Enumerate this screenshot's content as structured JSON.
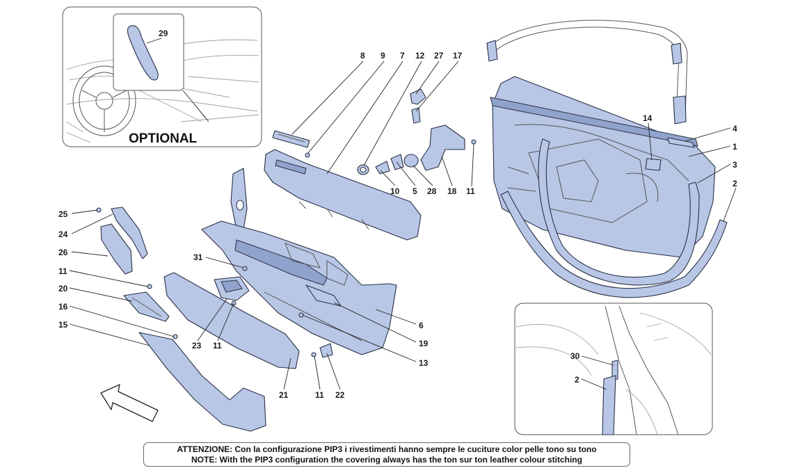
{
  "optional_inset": {
    "label": "OPTIONAL",
    "callout": "29"
  },
  "callouts": {
    "c8": "8",
    "c9": "9",
    "c7": "7",
    "c12": "12",
    "c27": "27",
    "c17": "17",
    "c10": "10",
    "c5": "5",
    "c28": "28",
    "c18": "18",
    "c11a": "11",
    "c4": "4",
    "c1": "1",
    "c3": "3",
    "c2": "2",
    "c14": "14",
    "c25": "25",
    "c24": "24",
    "c26": "26",
    "c11b": "11",
    "c20": "20",
    "c16": "16",
    "c15": "15",
    "c31": "31",
    "c23": "23",
    "c11c": "11",
    "c21": "21",
    "c11d": "11",
    "c22": "22",
    "c6": "6",
    "c19": "19",
    "c13": "13",
    "c30": "30",
    "c2b": "2"
  },
  "note": {
    "line_it": "ATTENZIONE: Con la configurazione PIP3 i rivestimenti hanno sempre le cuciture color pelle tono su tono",
    "line_en": "NOTE: With the PIP3 configuration the covering always has the ton sur ton leather colour stitching"
  },
  "colors": {
    "part_fill": "#b8c7e6",
    "part_stroke": "#2a2f45"
  },
  "icons": {
    "direction": "forward-arrow-icon"
  }
}
